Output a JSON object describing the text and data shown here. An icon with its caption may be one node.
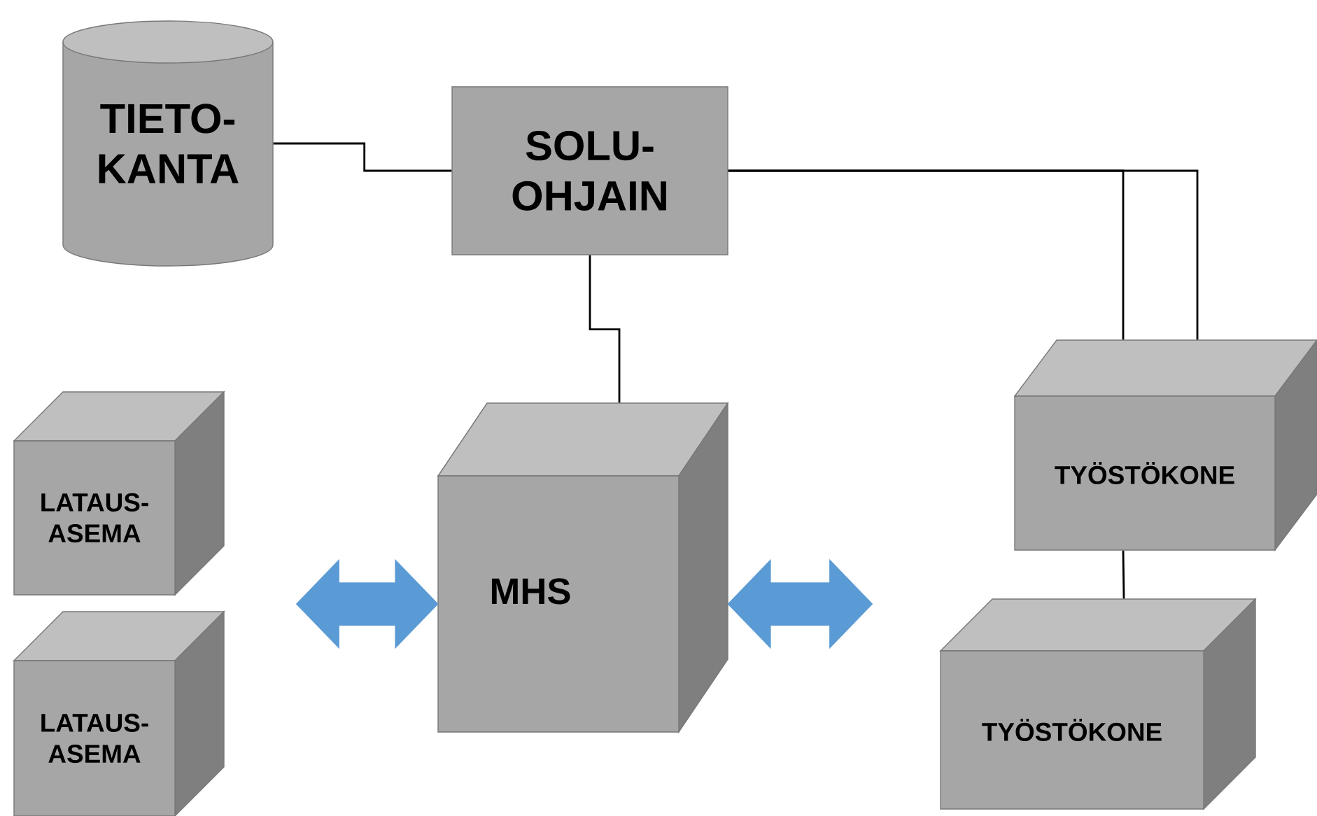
{
  "diagram": {
    "nodes": [
      {
        "text": [
          "TIETO- KANTA"
        ]
      },
      {
        "text": [
          "SOLU- OHJAIN"
        ]
      },
      {
        "text": [
          "LATAUS- ASEMA"
        ]
      },
      {
        "text": [
          "LATAUS- ASEMA"
        ]
      },
      {
        "text": [
          "MHS"
        ]
      },
      {
        "text": [
          "TYÖSTÖKONE"
        ]
      },
      {
        "text": [
          "TYÖSTÖKONE"
        ]
      }
    ],
    "edges": [
      {
        "from": 0,
        "to": 1,
        "arrow": "none"
      },
      {
        "from": 1,
        "to": 4,
        "arrow": "none"
      },
      {
        "from": 1,
        "to": 5,
        "arrow": "none"
      },
      {
        "from": 1,
        "to": 5,
        "arrow": "none"
      },
      {
        "from": 5,
        "to": 6,
        "arrow": "none"
      },
      {
        "from": null,
        "to": 4,
        "arrow": "both",
        "style": "thick",
        "color": "#5b9bd5"
      },
      {
        "from": 4,
        "to": null,
        "arrow": "both",
        "style": "thick",
        "color": "#5b9bd5"
      }
    ]
  }
}
